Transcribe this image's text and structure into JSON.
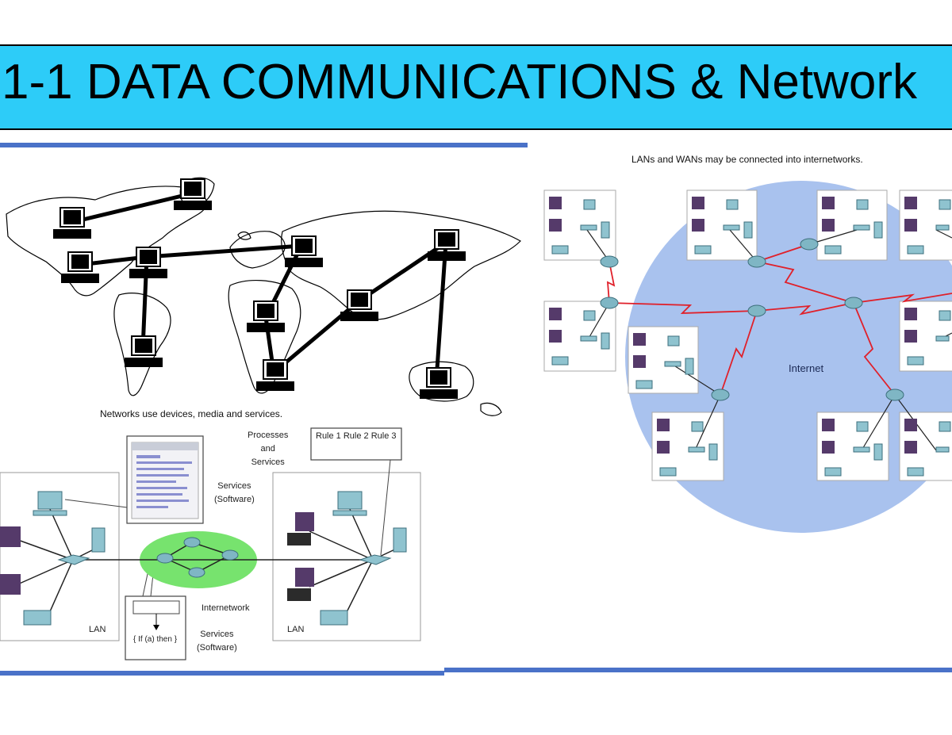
{
  "slide": {
    "title": "1-1   DATA COMMUNICATIONS & Network"
  },
  "left_diagram": {
    "caption": "Networks use devices, media and services.",
    "processes_label": "Processes\nand\nServices",
    "rules_label": "Rule 1 Rule 2 Rule 3",
    "services_top_label": "Services\n(Software)",
    "internetwork_label": "Internetwork",
    "if_then_label": "{ If (a) then }",
    "services_bottom_label": "Services\n(Software)",
    "lan_left_label": "LAN",
    "lan_right_label": "LAN"
  },
  "right_diagram": {
    "caption": "LANs and WANs may be connected into internetworks.",
    "internet_label": "Internet"
  },
  "colors": {
    "title_bar": "#2dccf8",
    "rule": "#4a72c8",
    "internet_cloud": "#a9c2ee",
    "wan_link": "#e0202a",
    "internetwork_ellipse": "#77e36e"
  }
}
